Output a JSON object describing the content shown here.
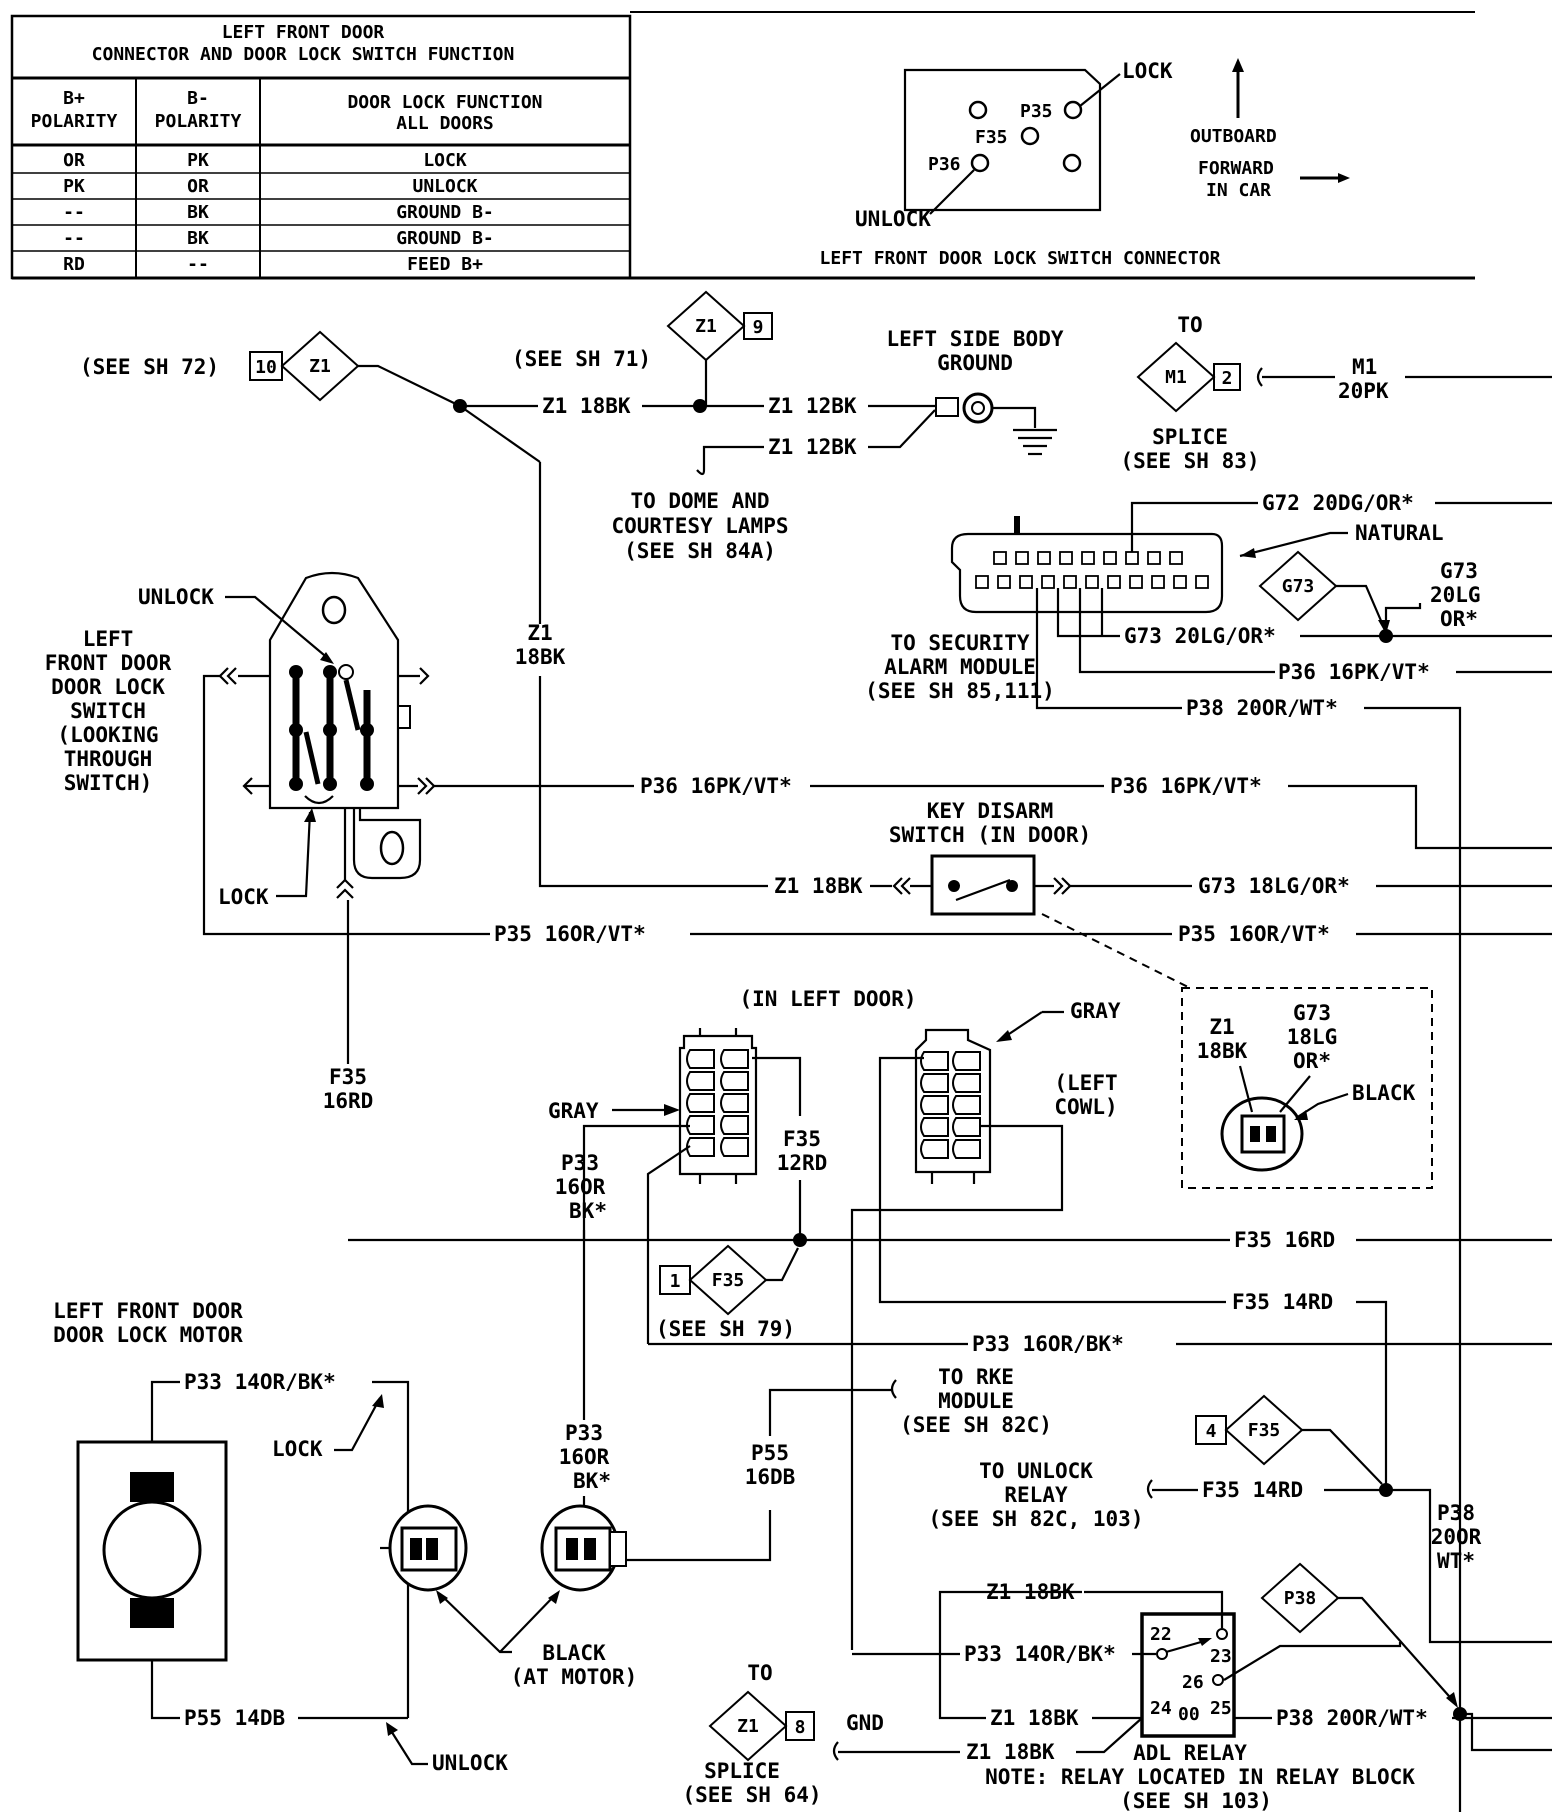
{
  "table": {
    "title_line1": "LEFT FRONT DOOR",
    "title_line2": "CONNECTOR AND DOOR LOCK SWITCH FUNCTION",
    "headers": [
      {
        "l1": "B+",
        "l2": "POLARITY"
      },
      {
        "l1": "B-",
        "l2": "POLARITY"
      },
      {
        "l1": "DOOR LOCK FUNCTION",
        "l2": "ALL DOORS"
      }
    ],
    "rows": [
      [
        "OR",
        "PK",
        "LOCK"
      ],
      [
        "PK",
        "OR",
        "UNLOCK"
      ],
      [
        "--",
        "BK",
        "GROUND B-"
      ],
      [
        "--",
        "BK",
        "GROUND B-"
      ],
      [
        "RD",
        "--",
        "FEED B+"
      ]
    ]
  },
  "connector_view": {
    "lock": "LOCK",
    "unlock": "UNLOCK",
    "p35": "P35",
    "f35": "F35",
    "p36": "P36",
    "outboard": "OUTBOARD",
    "forward1": "FORWARD",
    "forward2": "IN CAR",
    "caption": "LEFT FRONT DOOR LOCK SWITCH CONNECTOR"
  },
  "refs": {
    "see_sh72": "(SEE SH 72)",
    "z1_10_num": "10",
    "z1": "Z1",
    "see_sh71": "(SEE SH 71)",
    "z1_9_num": "9",
    "body_ground1": "LEFT SIDE BODY",
    "body_ground2": "GROUND",
    "to": "TO",
    "m1": "M1",
    "m1_num": "2",
    "splice": "SPLICE",
    "see_sh83": "(SEE SH 83)",
    "to_dome1": "TO DOME AND",
    "to_dome2": "COURTESY LAMPS",
    "to_dome3": "(SEE SH 84A)",
    "sec1": "TO SECURITY",
    "sec2": "ALARM MODULE",
    "sec3": "(SEE SH 85,111)",
    "natural": "NATURAL",
    "g73": "G73",
    "key1": "KEY DISARM",
    "key2": "SWITCH (IN DOOR)",
    "in_left_door": "(IN LEFT DOOR)",
    "gray": "GRAY",
    "left_cowl1": "(LEFT",
    "left_cowl2": "COWL)",
    "black": "BLACK",
    "f35_ref_num": "1",
    "f35": "F35",
    "see_sh79": "(SEE SH 79)",
    "motor1": "LEFT FRONT DOOR",
    "motor2": "DOOR LOCK MOTOR",
    "lock": "LOCK",
    "unlock": "UNLOCK",
    "black_at_motor1": "BLACK",
    "black_at_motor2": "(AT MOTOR)",
    "rke1": "TO RKE",
    "rke2": "MODULE",
    "rke3": "(SEE SH 82C)",
    "unlock_relay1": "TO UNLOCK",
    "unlock_relay2": "RELAY",
    "unlock_relay3": "(SEE SH 82C, 103)",
    "f35_4_num": "4",
    "p38": "P38",
    "splice_to": "TO",
    "z1_8_num": "8",
    "splice2": "SPLICE",
    "see_sh64": "(SEE SH 64)",
    "gnd": "GND",
    "adl_relay": "ADL RELAY",
    "note1": "NOTE: RELAY LOCATED IN RELAY BLOCK",
    "note2": "(SEE SH 103)",
    "pin22": "22",
    "pin23": "23",
    "pin26": "26",
    "pin24": "24",
    "pin25": "25",
    "pin00": "00"
  },
  "switch_labels": {
    "unlock": "UNLOCK",
    "t1": "LEFT",
    "t2": "FRONT DOOR",
    "t3": "DOOR LOCK",
    "t4": "SWITCH",
    "t5": "(LOOKING",
    "t6": "THROUGH",
    "t7": "SWITCH)",
    "lock": "LOCK"
  },
  "wires": {
    "z1_18bk_a": "Z1 18BK",
    "z1_12bk_a": "Z1 12BK",
    "z1_12bk_b": "Z1 12BK",
    "m1_20pk_1": "M1",
    "m1_20pk_2": "20PK",
    "z1_18bk_v1": "Z1",
    "z1_18bk_v2": "18BK",
    "g72": "G72 20DG/OR*",
    "g73_20lg_1": "G73",
    "g73_20lg_2": "20LG",
    "g73_20lg_3": "OR*",
    "g73_20lg_h": "G73 20LG/OR*",
    "p36_16pk_a": "P36 16PK/VT*",
    "p38_20or": "P38 20OR/WT*",
    "p36_16pk_b": "P36 16PK/VT*",
    "p36_16pk_c": "P36 16PK/VT*",
    "z1_18bk_b": "Z1 18BK",
    "g73_18lg": "G73 18LG/OR*",
    "p35_16or_a": "P35 16OR/VT*",
    "p35_16or_b": "P35 16OR/VT*",
    "z1_cap1": "Z1",
    "z1_cap2": "18BK",
    "g73_cap1": "G73",
    "g73_cap2": "18LG",
    "g73_cap3": "OR*",
    "f35_16rd_v1": "F35",
    "f35_16rd_v2": "16RD",
    "p33_16or_1": "P33",
    "p33_16or_2": "16OR",
    "p33_16or_3": "BK*",
    "f35_12rd_1": "F35",
    "f35_12rd_2": "12RD",
    "f35_16rd_h": "F35 16RD",
    "f35_14rd_a": "F35 14RD",
    "p33_16or_h": "P33 16OR/BK*",
    "p33_14or_a": "P33 14OR/BK*",
    "p33_16or_v1": "P33",
    "p33_16or_v2": "16OR",
    "p33_16or_v3": "BK*",
    "p55_16db_1": "P55",
    "p55_16db_2": "16DB",
    "f35_14rd_b": "F35 14RD",
    "p38_v1": "P38",
    "p38_v2": "20OR",
    "p38_v3": "WT*",
    "z1_18bk_r1": "Z1 18BK",
    "p33_14or_b": "P33 14OR/BK*",
    "z1_18bk_r2": "Z1 18BK",
    "p38_20or_b": "P38 20OR/WT*",
    "p55_14db": "P55 14DB",
    "z1_18bk_gnd": "Z1 18BK"
  }
}
